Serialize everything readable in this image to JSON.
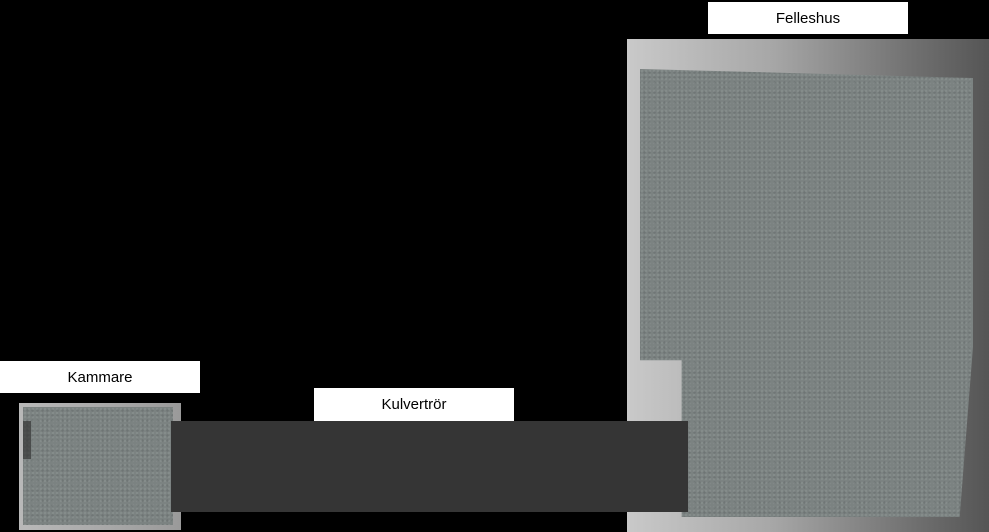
{
  "labels": {
    "felleshus": "Felleshus",
    "kammare": "Kammare",
    "kulvertror": "Kulvertrör"
  },
  "colors": {
    "background": "#000000",
    "label_box": "#ffffff",
    "concrete": "#7b8281",
    "wall_light": "#c9c9c9",
    "wall_dark": "#555555",
    "culvert_pipe": "#353535"
  }
}
